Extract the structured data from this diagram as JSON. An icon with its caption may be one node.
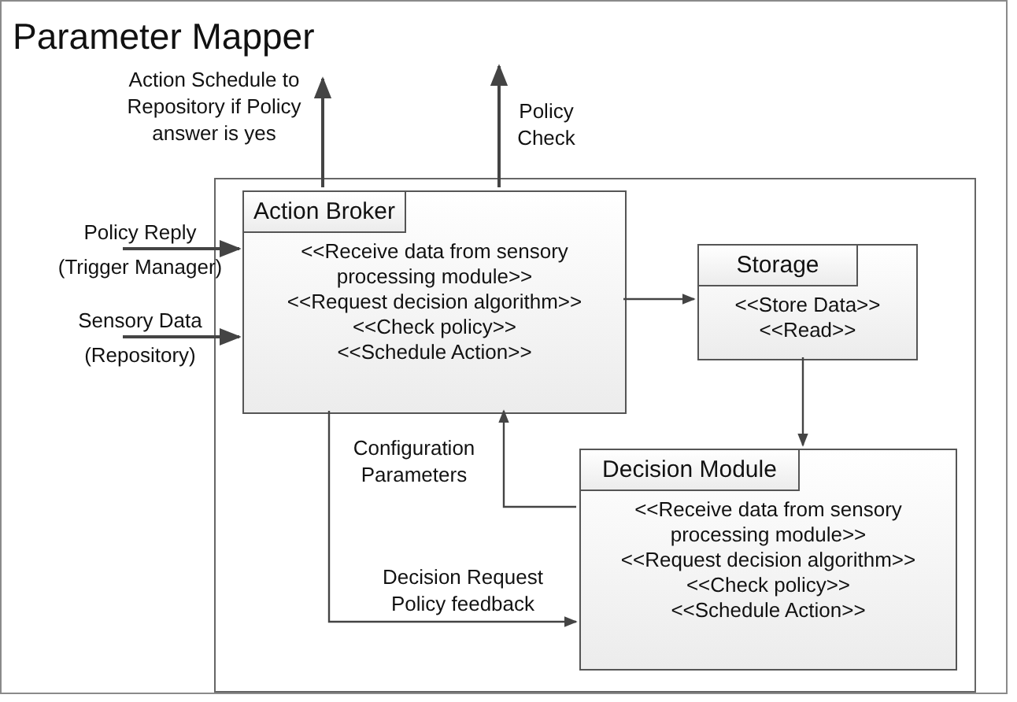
{
  "diagram": {
    "title": "Parameter Mapper",
    "nodes": [
      {
        "text": [],
        "shape": "box"
      },
      {
        "text": [],
        "shape": "box",
        "in": 0
      },
      {
        "text": [
          "Action Broker",
          "<<Receive data from sensory processing module>>",
          "<<Request decision algorithm>>",
          "<<Check policy>>",
          "<<Schedule Action>>"
        ],
        "in": 1
      },
      {
        "text": [
          "Storage",
          "<<Store Data>>",
          "<<Read>>"
        ],
        "in": 1
      },
      {
        "text": [
          "Decision Module",
          "<<Receive data from sensory processing module>>",
          "<<Request decision algorithm>>",
          "<<Check policy>>",
          "<<Schedule Action>>"
        ],
        "in": 1
      }
    ],
    "edges": [
      {
        "from": 2,
        "to": null,
        "arrow": "to",
        "label": "Action Schedule to Repository if Policy answer is yes"
      },
      {
        "from": 2,
        "to": null,
        "arrow": "to",
        "label": "Policy Check"
      },
      {
        "from": null,
        "to": 2,
        "arrow": "to",
        "label": "Policy Reply (Trigger Manager)"
      },
      {
        "from": null,
        "to": 2,
        "arrow": "to",
        "label": "Sensory Data (Repository)"
      },
      {
        "from": 2,
        "to": 3,
        "arrow": "to"
      },
      {
        "from": 3,
        "to": 4,
        "arrow": "to"
      },
      {
        "from": 4,
        "to": 2,
        "arrow": "to",
        "label": "Configuration Parameters"
      },
      {
        "from": 2,
        "to": 4,
        "arrow": "to",
        "label": "Decision Request Policy feedback"
      }
    ]
  }
}
